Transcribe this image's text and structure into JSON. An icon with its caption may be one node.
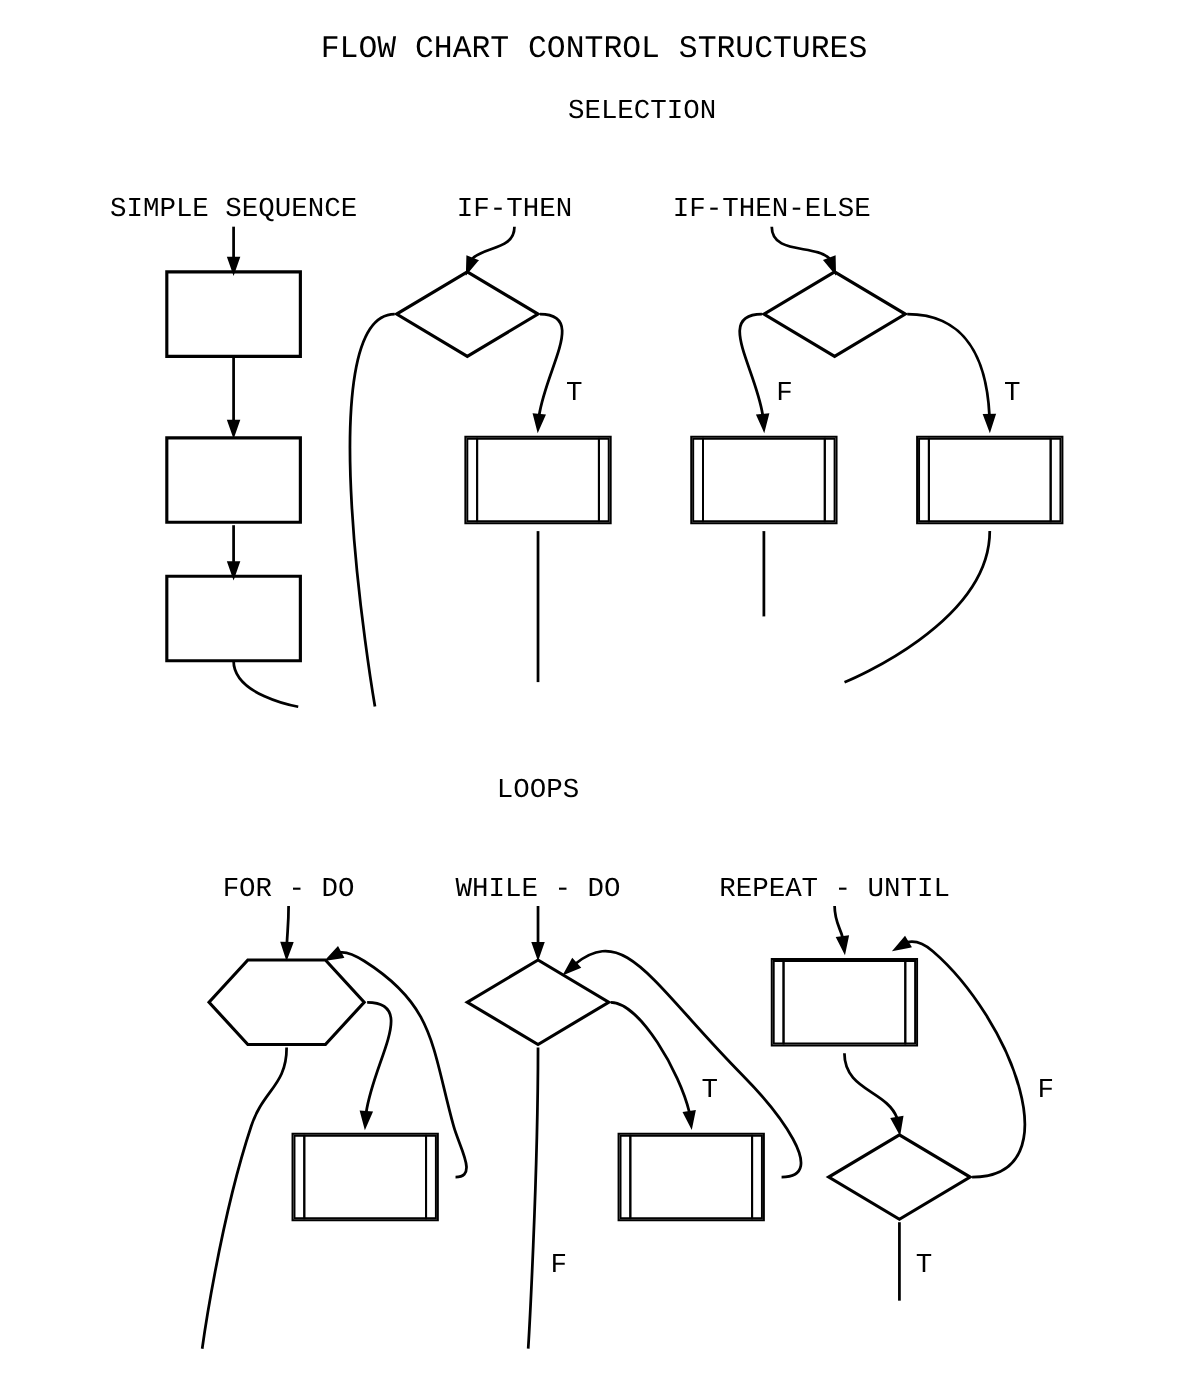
{
  "diagram": {
    "title": "FLOW CHART CONTROL STRUCTURES",
    "nodes": [
      {
        "text": [
          "SIMPLE SEQUENCE"
        ]
      },
      {
        "text": [
          "IF-THEN"
        ]
      },
      {
        "text": [
          "IF-THEN-ELSE"
        ]
      },
      {
        "text": [],
        "shape": "box"
      },
      {
        "text": [],
        "shape": "box"
      },
      {
        "text": [],
        "shape": "box"
      },
      {
        "text": [],
        "shape": "diamond"
      },
      {
        "text": [],
        "shape": "box"
      },
      {
        "text": [],
        "shape": "diamond"
      },
      {
        "text": [],
        "shape": "box"
      },
      {
        "text": [],
        "shape": "box"
      },
      {
        "text": [
          "FOR - DO"
        ]
      },
      {
        "text": [
          "WHILE - DO"
        ]
      },
      {
        "text": [
          "REPEAT - UNTIL"
        ]
      },
      {
        "text": [],
        "shape": "hexagon"
      },
      {
        "text": [],
        "shape": "box"
      },
      {
        "text": [],
        "shape": "diamond"
      },
      {
        "text": [],
        "shape": "box"
      },
      {
        "text": [],
        "shape": "box"
      },
      {
        "text": [],
        "shape": "diamond"
      }
    ],
    "edges": [
      {
        "from": 0,
        "to": 3,
        "arrow": "to"
      },
      {
        "from": 3,
        "to": 4,
        "arrow": "to"
      },
      {
        "from": 4,
        "to": 5,
        "arrow": "to"
      },
      {
        "from": 5,
        "to": null,
        "arrow": "none"
      },
      {
        "from": 1,
        "to": 6,
        "arrow": "to"
      },
      {
        "from": 6,
        "to": 7,
        "arrow": "to",
        "label": "T"
      },
      {
        "from": 6,
        "to": null,
        "arrow": "none"
      },
      {
        "from": 7,
        "to": null,
        "arrow": "none"
      },
      {
        "from": 2,
        "to": 8,
        "arrow": "to"
      },
      {
        "from": 8,
        "to": 9,
        "arrow": "to",
        "label": "F"
      },
      {
        "from": 8,
        "to": 10,
        "arrow": "to",
        "label": "T"
      },
      {
        "from": 9,
        "to": null,
        "arrow": "none"
      },
      {
        "from": 10,
        "to": null,
        "arrow": "none"
      },
      {
        "from": 11,
        "to": 14,
        "arrow": "to"
      },
      {
        "from": 14,
        "to": 15,
        "arrow": "to"
      },
      {
        "from": 15,
        "to": 14,
        "arrow": "to"
      },
      {
        "from": 14,
        "to": null,
        "arrow": "none"
      },
      {
        "from": 12,
        "to": 16,
        "arrow": "to"
      },
      {
        "from": 16,
        "to": 17,
        "arrow": "to",
        "label": "T"
      },
      {
        "from": 17,
        "to": 16,
        "arrow": "to"
      },
      {
        "from": 16,
        "to": null,
        "arrow": "none",
        "label": "F"
      },
      {
        "from": 13,
        "to": 18,
        "arrow": "to"
      },
      {
        "from": 18,
        "to": 19,
        "arrow": "to"
      },
      {
        "from": 19,
        "to": 18,
        "arrow": "to",
        "label": "F"
      },
      {
        "from": 19,
        "to": null,
        "arrow": "none",
        "label": "T"
      }
    ],
    "labels": [
      "SELECTION",
      "LOOPS"
    ]
  }
}
